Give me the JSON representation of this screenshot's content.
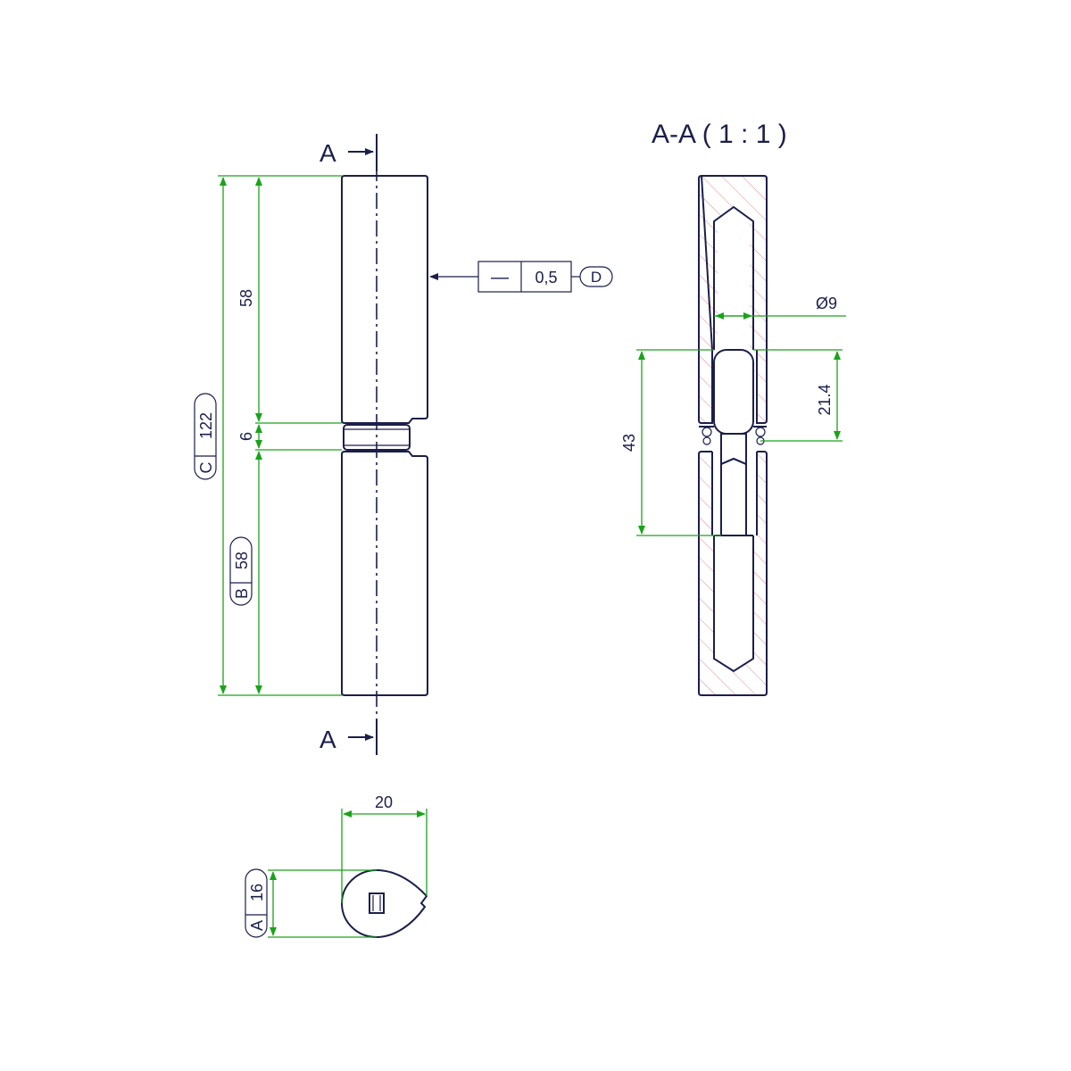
{
  "section_marks": {
    "top": "A",
    "bottom": "A"
  },
  "section_title": "A-A ( 1 : 1 )",
  "dimensions": {
    "upper_length": "58",
    "gap": "6",
    "total_label": "C",
    "total_value": "122",
    "lower_label": "B",
    "lower_value": "58",
    "width": "20",
    "depth_label": "A",
    "depth_value": "16",
    "pin_diameter": "Ø9",
    "insert_depth": "43",
    "pin_offset": "21.4"
  },
  "tolerance_frame": {
    "symbol": "—",
    "value": "0,5",
    "datum": "D"
  },
  "colors": {
    "outline": "#1c1f4a",
    "dimension": "#1aa31a",
    "hatch": "#e37a7a"
  }
}
